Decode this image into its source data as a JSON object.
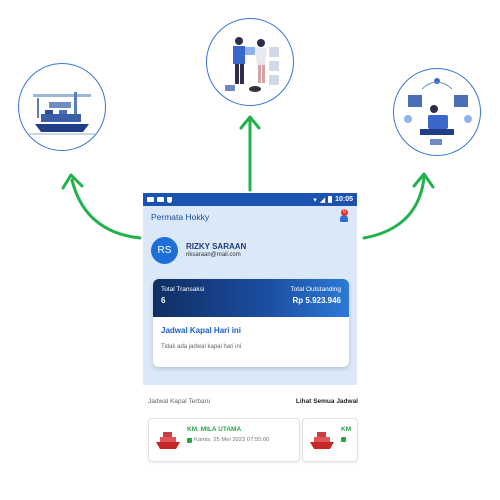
{
  "statusbar": {
    "time": "10:05"
  },
  "app": {
    "title": "Permata Hokky",
    "notif_count": "0"
  },
  "profile": {
    "initials": "RS",
    "name": "RIZKY SARAAN",
    "email": "riksaraan@mail.com"
  },
  "stats": {
    "total_transaksi_label": "Total Transaksi",
    "total_transaksi_value": "6",
    "total_outstanding_label": "Total Outstanding",
    "total_outstanding_value": "Rp 5.923.946"
  },
  "jadwal_hari_ini": {
    "title": "Jadwal Kapal Hari ini",
    "empty_text": "Tidak ada jadwal kapal hari ini"
  },
  "terbaru": {
    "title": "Jadwal Kapal Terbaru",
    "see_all": "Lihat Semua Jadwal",
    "ships": [
      {
        "name": "KM. MILA UTAMA",
        "date": "Kamis, 25 Mei 2023 07:55:00"
      },
      {
        "name": "KM",
        "date": ""
      }
    ]
  },
  "colors": {
    "primary": "#1a53b0",
    "arrow": "#22b14c",
    "ship_name": "#2aa24a"
  }
}
